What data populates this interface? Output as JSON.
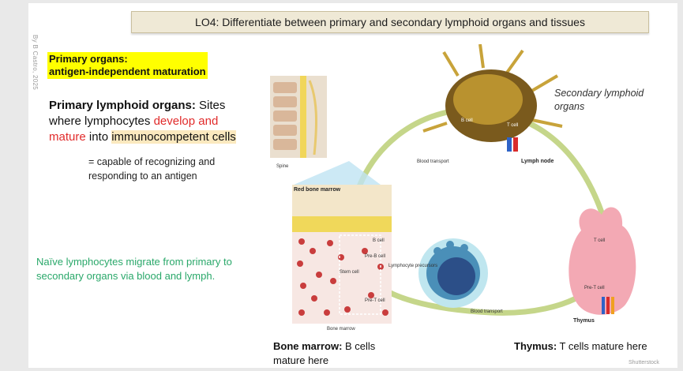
{
  "title": "LO4: Differentiate between primary and secondary lymphoid organs and tissues",
  "author": "By B Castro, 2025",
  "highlight": {
    "line1": "Primary organs:",
    "line2": "antigen-independent maturation"
  },
  "definition": {
    "term": "Primary lymphoid organs:",
    "part1": " Sites where lymphocytes ",
    "red": "develop and mature",
    "part2": " into ",
    "cream": "immunocompetent cells"
  },
  "equation": "= capable of recognizing and responding to an antigen",
  "naive_text": "Naïve lymphocytes migrate from primary to secondary organs via blood and lymph.",
  "secondary_label": "Secondary lymphoid organs",
  "bone_marrow_caption": {
    "bold": "Bone marrow:",
    "rest": " B cells mature here"
  },
  "thymus_caption": {
    "bold": "Thymus:",
    "rest": " T cells mature here"
  },
  "credit": "Shutterstock",
  "diagram": {
    "spine": "Spine",
    "red_bone_marrow": "Red bone marrow",
    "bone_marrow": "Bone marrow",
    "b_cell": "B cell",
    "pre_b_cell": "Pre-B cell",
    "stem_cell": "Stem cell",
    "pre_t_cell": "Pre-T cell",
    "lymphocyte_precursors": "Lymphocyte precursors",
    "blood_transport_top": "Blood transport",
    "blood_transport_bottom": "Blood transport",
    "lymph_node": "Lymph node",
    "b_cell_node": "B cell",
    "t_cell_node": "T cell",
    "t_cell_thymus": "T cell",
    "pre_t_cell_thymus": "Pre-T cell",
    "thymus": "Thymus"
  },
  "colors": {
    "highlight": "#ffff00",
    "red_text": "#e12b2b",
    "green_text": "#2aa86a",
    "title_bg": "#efe9d6",
    "arrow": "#c5d68a"
  }
}
